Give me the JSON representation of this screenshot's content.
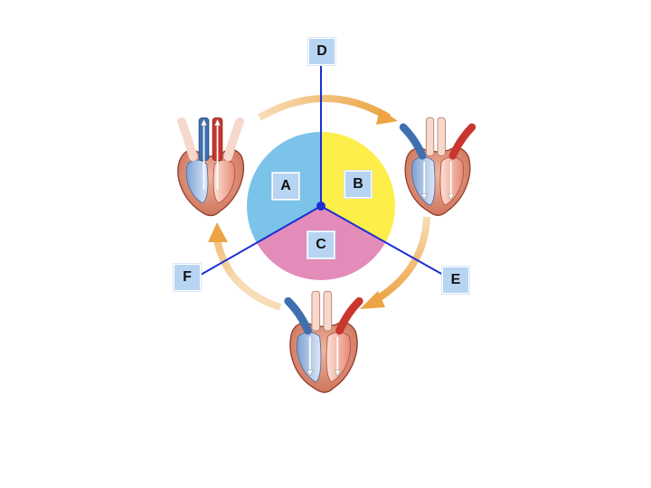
{
  "labels": {
    "a": "A",
    "b": "B",
    "c": "C",
    "d": "D",
    "e": "E",
    "f": "F"
  },
  "colors": {
    "sector_a": "#7cc3ea",
    "sector_b": "#fdee4a",
    "sector_c": "#e38cba",
    "leader_line": "#1a2fd6",
    "cycle_arrow": "#eda444",
    "label_box": "#b8d4f3",
    "blood_deoxygenated": "#3f6fae",
    "blood_oxygenated": "#c8362d",
    "heart_muscle": "#d9806a"
  },
  "icons": [
    "heart-atrial-systole-icon",
    "heart-ventricular-systole-icon",
    "heart-diastole-icon"
  ]
}
